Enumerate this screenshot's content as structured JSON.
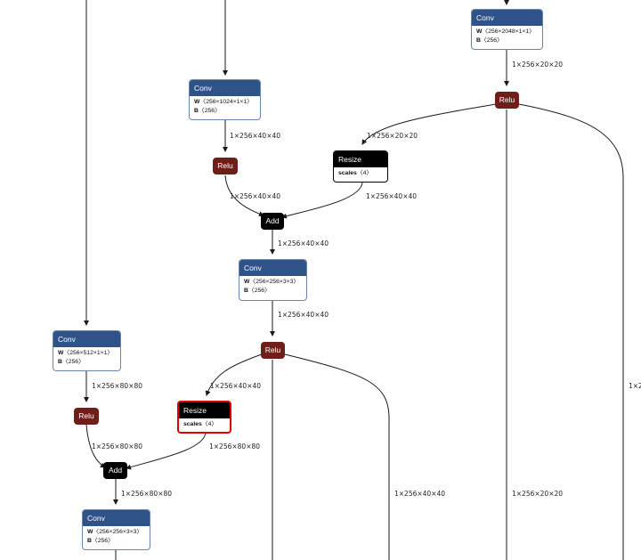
{
  "nodes": {
    "conv_top_right": {
      "title": "Conv",
      "w_key": "W",
      "w_val": "〈256×2048×1×1〉",
      "b_key": "B",
      "b_val": "〈256〉"
    },
    "conv_1024": {
      "title": "Conv",
      "w_key": "W",
      "w_val": "〈256×1024×1×1〉",
      "b_key": "B",
      "b_val": "〈256〉"
    },
    "relu_top_right": {
      "title": "Relu"
    },
    "relu_1024": {
      "title": "Relu"
    },
    "resize_top": {
      "title": "Resize",
      "s_key": "scales",
      "s_val": "〈4〉"
    },
    "add_top": {
      "title": "Add"
    },
    "conv_mid": {
      "title": "Conv",
      "w_key": "W",
      "w_val": "〈256×256×3×3〉",
      "b_key": "B",
      "b_val": "〈256〉"
    },
    "relu_mid": {
      "title": "Relu"
    },
    "conv_512": {
      "title": "Conv",
      "w_key": "W",
      "w_val": "〈256×512×1×1〉",
      "b_key": "B",
      "b_val": "〈256〉"
    },
    "relu_512": {
      "title": "Relu"
    },
    "resize_bottom": {
      "title": "Resize",
      "s_key": "scales",
      "s_val": "〈4〉"
    },
    "add_bottom": {
      "title": "Add"
    },
    "conv_bottom": {
      "title": "Conv",
      "w_key": "W",
      "w_val": "〈256×256×3×3〉",
      "b_key": "B",
      "b_val": "〈256〉"
    }
  },
  "edge_labels": {
    "conv2048_out": "1×256×20×20",
    "conv1024_out": "1×256×40×40",
    "relu_tr_to_resize": "1×256×20×20",
    "relu1024_to_add": "1×256×40×40",
    "resize_to_add": "1×256×40×40",
    "add_to_conv": "1×256×40×40",
    "conv_mid_out": "1×256×40×40",
    "relu_mid_to_resize": "1×256×40×40",
    "conv512_out": "1×256×80×80",
    "relu512_to_add": "1×256×80×80",
    "resize_bottom_to_add": "1×256×80×80",
    "add_bottom_out": "1×256×80×80",
    "relu_mid_right_branch": "1×256×40×40",
    "relu_tr_down": "1×256×20×20",
    "far_right_cut": "1×2"
  }
}
